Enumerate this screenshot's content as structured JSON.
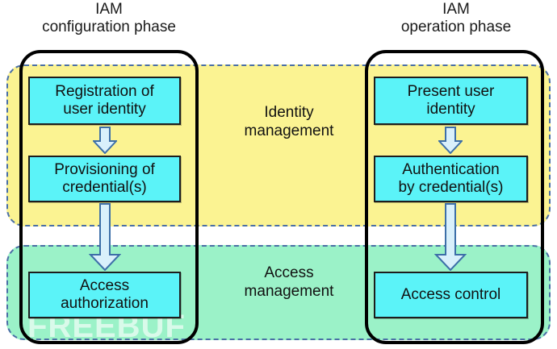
{
  "diagram": {
    "title_left": "IAM\nconfiguration phase",
    "title_right": "IAM\noperation phase",
    "watermark": "FREEBUF",
    "bands": [
      {
        "id": "identity",
        "label": "Identity\nmanagement",
        "color": "#fbf392"
      },
      {
        "id": "access",
        "label": "Access\nmanagement",
        "color": "#9bf2c8"
      }
    ],
    "nodes": {
      "registration": "Registration of\nuser identity",
      "provisioning": "Provisioning of\ncredential(s)",
      "authorization": "Access\nauthorization",
      "present": "Present user\nidentity",
      "authentication": "Authentication\nby credential(s)",
      "control": "Access control"
    },
    "arrows": [
      {
        "id": "left-registration-to-provisioning",
        "direction": "down",
        "from": "registration",
        "to": "provisioning"
      },
      {
        "id": "left-provisioning-to-authorization",
        "direction": "down",
        "from": "provisioning",
        "to": "authorization"
      },
      {
        "id": "right-present-to-authentication",
        "direction": "down",
        "from": "present",
        "to": "authentication"
      },
      {
        "id": "right-authentication-to-control",
        "direction": "down",
        "from": "authentication",
        "to": "control"
      }
    ],
    "colors": {
      "node_fill": "#5bf3f8",
      "node_border": "#1d1d1d",
      "band_identity": "#fbf392",
      "band_access": "#9bf2c8",
      "band_dash": "#4a6fa5",
      "capsule_border": "#000000",
      "arrow_fill": "#d9f0fb",
      "arrow_border": "#3d6fa8"
    }
  }
}
